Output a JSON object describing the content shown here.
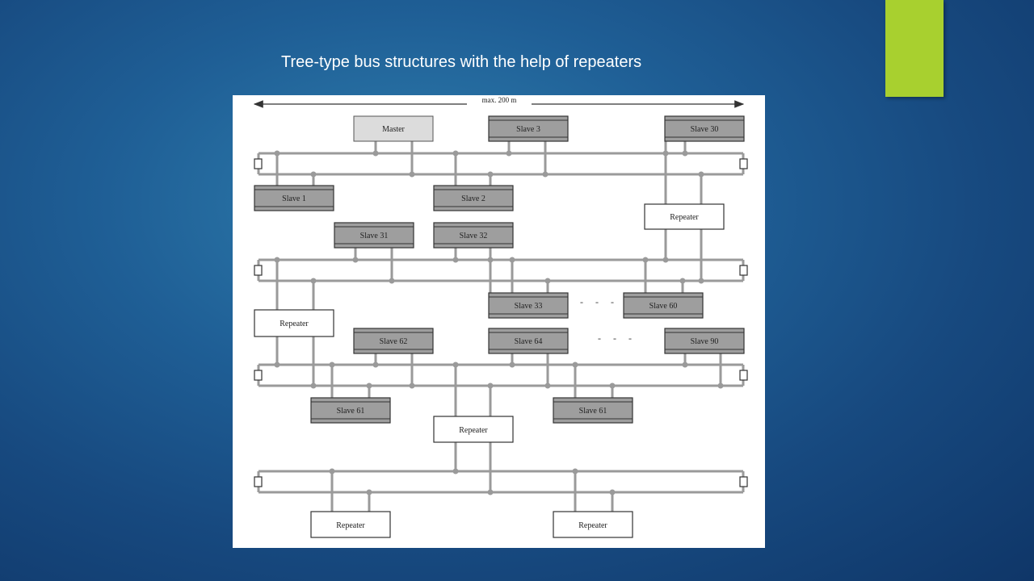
{
  "slide": {
    "title": "Tree-type bus structures with the help of repeaters",
    "accent_color": "#a8d02f"
  },
  "diagram": {
    "dimension_label": "max. 200 m",
    "ellipsis": "- - -",
    "nodes": {
      "master": "Master",
      "slave_3": "Slave 3",
      "slave_30": "Slave 30",
      "slave_1": "Slave 1",
      "slave_2": "Slave 2",
      "repeater_1": "Repeater",
      "slave_31": "Slave 31",
      "slave_32": "Slave 32",
      "slave_33": "Slave 33",
      "slave_60": "Slave 60",
      "repeater_2": "Repeater",
      "slave_62": "Slave 62",
      "slave_64": "Slave 64",
      "slave_90": "Slave 90",
      "slave_61_a": "Slave 61",
      "slave_61_b": "Slave 61",
      "repeater_3": "Repeater",
      "repeater_4": "Repeater",
      "repeater_5": "Repeater"
    }
  }
}
